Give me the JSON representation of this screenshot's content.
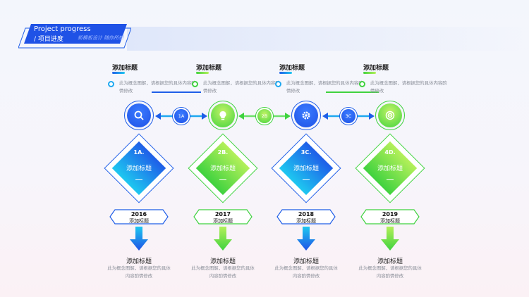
{
  "header": {
    "title": "Project progress",
    "subtitle": "/ 项目进度",
    "hint": "新模板设计 随你所想"
  },
  "colors": {
    "blue": "#1f5ee8",
    "blue_light": "#1ec8f0",
    "green": "#3fd23f",
    "green_light": "#b4f05a"
  },
  "columns": [
    {
      "title": "添加标题",
      "desc": "此为概念图解，请根据您的具体内容酌情修改",
      "icon": "search-icon",
      "number": "1A.",
      "diamond_title": "添加标题",
      "dash": "—",
      "year": "2016",
      "year_sub": "添加标题",
      "bottom_title": "添加标题",
      "bottom_desc": "此为概念图解，请根据您的具体内容酌情修改",
      "theme": "blue"
    },
    {
      "title": "添加标题",
      "desc": "此为概念图解，请根据您的具体内容酌情修改",
      "icon": "lightbulb-icon",
      "number": "2B.",
      "diamond_title": "添加标题",
      "dash": "—",
      "year": "2017",
      "year_sub": "添加标题",
      "bottom_title": "添加标题",
      "bottom_desc": "此为概念图解，请根据您的具体内容酌情修改",
      "theme": "green"
    },
    {
      "title": "添加标题",
      "desc": "此为概念图解，请根据您的具体内容酌情修改",
      "icon": "gear-icon",
      "number": "3C.",
      "diamond_title": "添加标题",
      "dash": "—",
      "year": "2018",
      "year_sub": "添加标题",
      "bottom_title": "添加标题",
      "bottom_desc": "此为概念图解，请根据您的具体内容酌情修改",
      "theme": "blue"
    },
    {
      "title": "添加标题",
      "desc": "此为概念图解，请根据您的具体内容酌情修改",
      "icon": "target-icon",
      "number": "4D.",
      "diamond_title": "添加标题",
      "dash": "—",
      "year": "2019",
      "year_sub": "添加标题",
      "bottom_title": "添加标题",
      "bottom_desc": "此为概念图解，请根据您的具体内容酌情修改",
      "theme": "green"
    }
  ],
  "connectors": [
    {
      "label": "1A",
      "theme": "blue"
    },
    {
      "label": "2B",
      "theme": "green"
    },
    {
      "label": "3C",
      "theme": "blue"
    }
  ]
}
